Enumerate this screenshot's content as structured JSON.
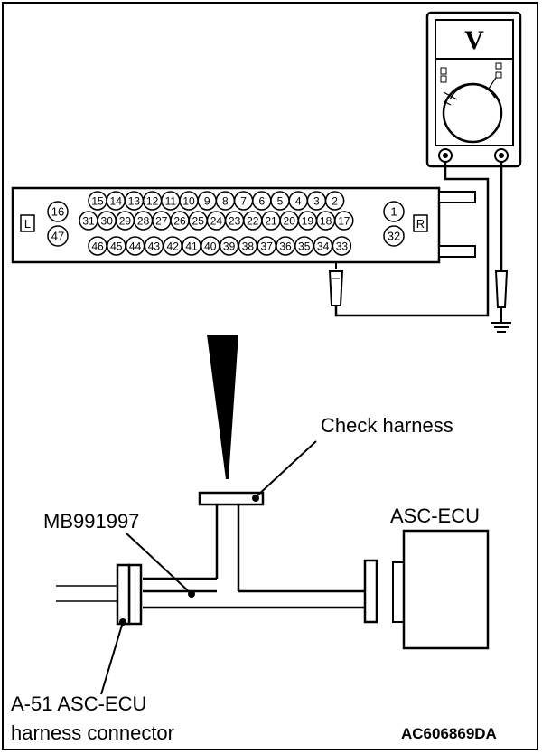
{
  "meter": {
    "symbol": "V"
  },
  "connector": {
    "side_left": "L",
    "side_right": "R",
    "top_row": [
      "15",
      "14",
      "13",
      "12",
      "11",
      "10",
      "9",
      "8",
      "7",
      "6",
      "5",
      "4",
      "3",
      "2"
    ],
    "mid_row": [
      "31",
      "30",
      "29",
      "28",
      "27",
      "26",
      "25",
      "24",
      "23",
      "22",
      "21",
      "20",
      "19",
      "18",
      "17"
    ],
    "bot_row": [
      "46",
      "45",
      "44",
      "43",
      "42",
      "41",
      "40",
      "39",
      "38",
      "37",
      "36",
      "35",
      "34",
      "33"
    ],
    "left_pins": [
      "16",
      "47"
    ],
    "right_pins": [
      "1",
      "32"
    ]
  },
  "labels": {
    "check_harness": "Check harness",
    "tool": "MB991997",
    "ecu": "ASC-ECU",
    "harness_line1": "A-51 ASC-ECU",
    "harness_line2": "harness connector",
    "figure_code": "AC606869DA"
  }
}
